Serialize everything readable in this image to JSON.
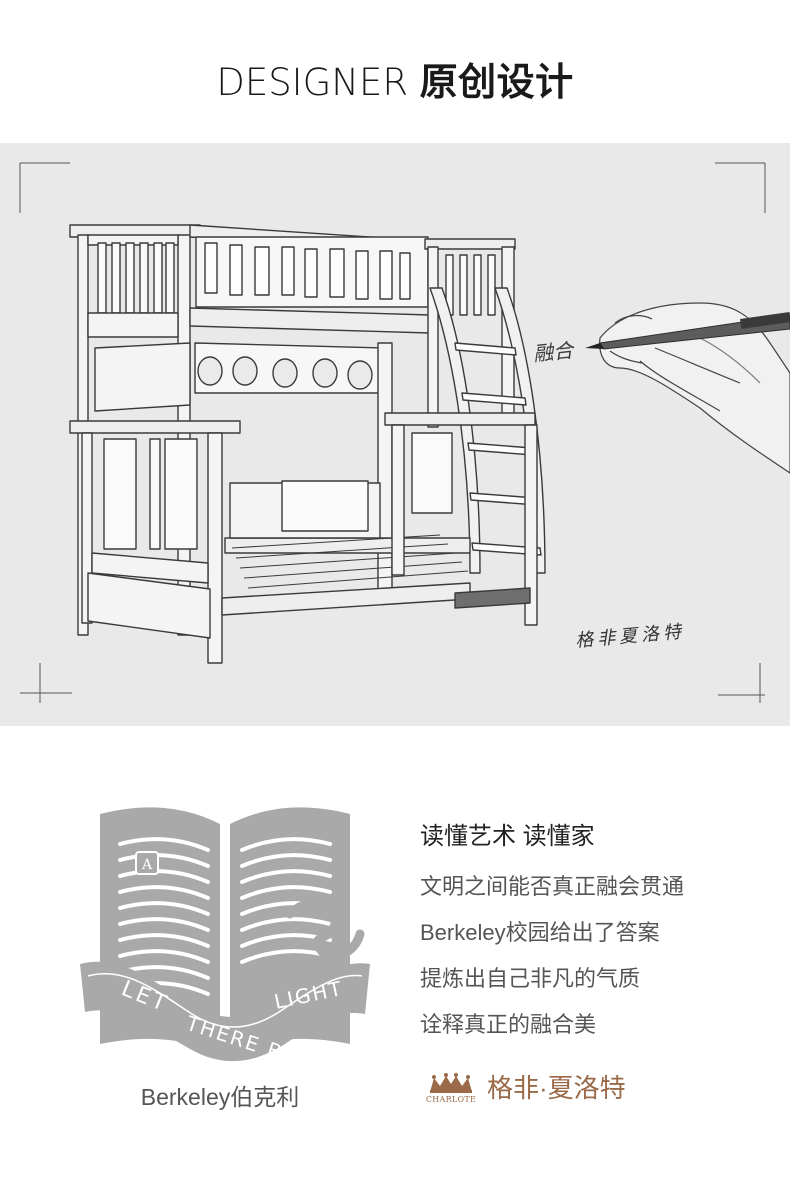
{
  "header": {
    "title_en": "DESIGNER",
    "title_cn": "原创设计"
  },
  "sketch": {
    "hand_caption": "融合",
    "signature": "格非夏洛特"
  },
  "emblem": {
    "letter_badge": "A",
    "motto_left": "LET",
    "motto_mid": "THERE BE",
    "motto_right": "LIGHT",
    "caption": "Berkeley伯克利"
  },
  "text_block": {
    "heading": "读懂艺术 读懂家",
    "lines": [
      "文明之间能否真正融会贯通",
      "Berkeley校园给出了答案",
      "提炼出自己非凡的气质",
      "诠释真正的融合美"
    ]
  },
  "brand": {
    "logo_text": "CHARLOTE",
    "name": "格非·夏洛特"
  },
  "colors": {
    "sketch_bg": "#e9e9e9",
    "brand_brown": "#9a6a49",
    "emblem_gray": "#a9a9a9"
  }
}
